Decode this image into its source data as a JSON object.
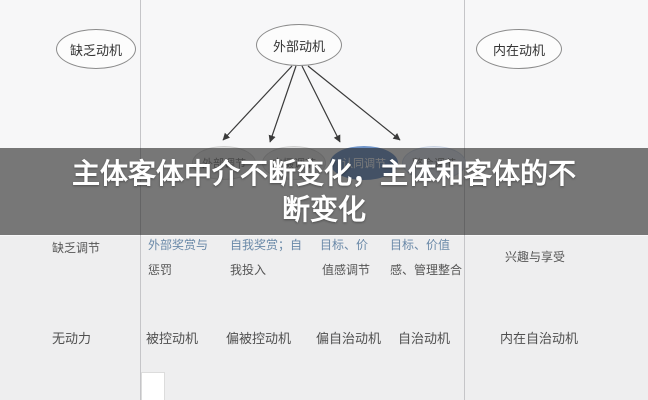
{
  "overlay": {
    "line1": "主体客体中介不断变化，主体和客体的不",
    "line2": "断变化",
    "band_color": "rgba(40,40,40,0.62)",
    "text_color": "#ffffff"
  },
  "top_nodes": {
    "amotivation": "缺乏动机",
    "external": "外部动机",
    "intrinsic": "内在动机"
  },
  "mid_nodes": {
    "n1": "外部调节",
    "n2": "内摄调节",
    "n3": "认同调节",
    "n4": "整合调节"
  },
  "regulation_labels": {
    "amotivation": "缺乏调节",
    "col1_line1": "外部奖赏与",
    "col1_line2": "惩罚",
    "col2_line1": "自我奖赏；自",
    "col2_line2": "我投入",
    "col3_line1": "目标、价",
    "col3_line2": "值感调节",
    "col4_line1": "目标、价值",
    "col4_line2": "感、管理整合",
    "intrinsic": "兴趣与享受"
  },
  "motivation_row": {
    "m0": "无动力",
    "m1": "被控动机",
    "m2": "偏被控动机",
    "m3": "偏自治动机",
    "m4": "自治动机",
    "m5": "内在自治动机"
  },
  "colors": {
    "highlight_node_blue": "#6f94c9",
    "label_blue": "#6a89a8",
    "label_dark": "#555555",
    "divider_gray": "#c5c5c8",
    "overlay_text": "#ffffff"
  }
}
